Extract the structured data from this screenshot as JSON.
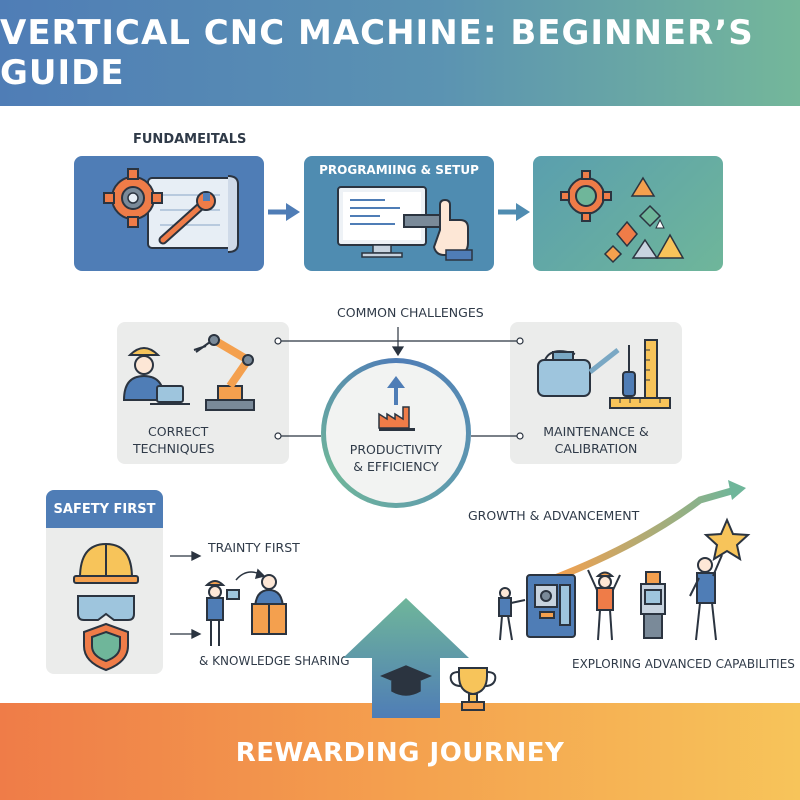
{
  "header": {
    "title": "VERTICAL CNC MACHINE: BEGINNER’S GUIDE"
  },
  "top_row": {
    "fundamentals_label": "FUNDAMEITALS",
    "programming_label": "PROGRAMIING & SETUP"
  },
  "middle": {
    "common_challenges": "COMMON CHALLENGES",
    "correct_techniques_line1": "CORRECT",
    "correct_techniques_line2": "TECHNIQUES",
    "productivity_line1": "PRODUCTIVITY",
    "productivity_line2": "& EFFICIENCY",
    "maintenance_line1": "MAINTENANCE &",
    "maintenance_line2": "CALIBRATION"
  },
  "lower": {
    "safety_first": "SAFETY FIRST",
    "trainty_first": "TRAINTY FIRST",
    "knowledge_sharing": "& KNOWLEDGE SHARING",
    "growth": "GROWTH & ADVANCEMENT",
    "exploring": "EXPLORING ADVANCED CAPABILITIES"
  },
  "footer": {
    "title": "REWARDING JOURNEY"
  },
  "colors": {
    "blue": "#4f7db6",
    "teal": "#6fb69a",
    "orange": "#ef7c48",
    "yellow": "#f7c45a",
    "gray_panel": "#ebeceb"
  }
}
